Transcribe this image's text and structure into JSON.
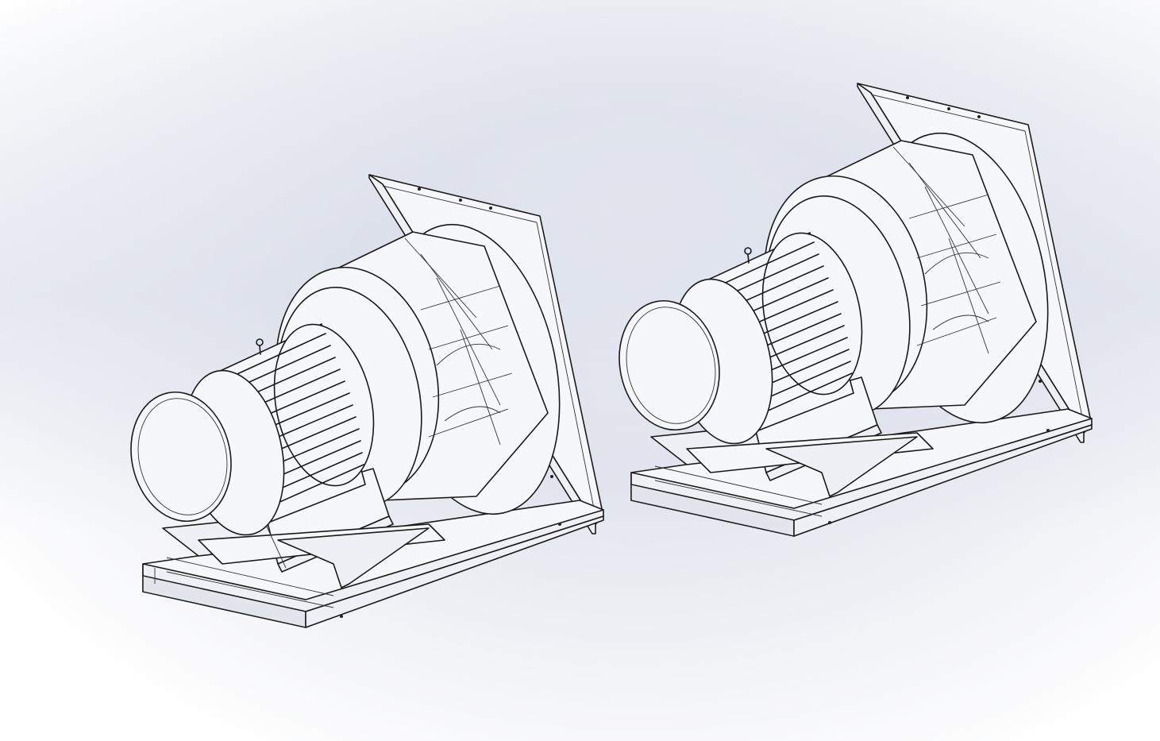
{
  "scene": {
    "background": [
      "#ffffff",
      "#dfe3ec"
    ],
    "line_color": "#1a1a1a",
    "fill_color": "#f6f7fa",
    "models": [
      {
        "name": "fan-assembly-left",
        "parts": [
          "back-plate",
          "impeller",
          "inlet-cone",
          "motor",
          "motor-mount",
          "base-frame"
        ]
      },
      {
        "name": "fan-assembly-right",
        "parts": [
          "back-plate",
          "impeller",
          "inlet-cone",
          "motor",
          "motor-mount",
          "base-frame"
        ]
      }
    ]
  }
}
